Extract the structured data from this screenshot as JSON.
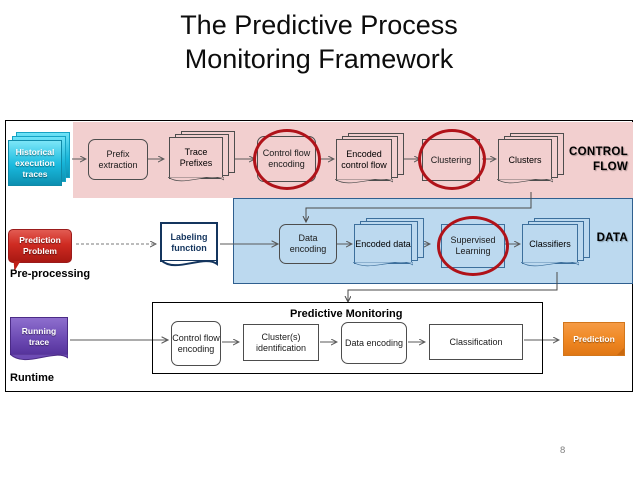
{
  "slide": {
    "title_line1": "The Predictive Process",
    "title_line2": "Monitoring Framework",
    "page_number": "8"
  },
  "lanes": {
    "control_flow_label": "CONTROL",
    "control_flow_label2": "FLOW",
    "data_label": "DATA",
    "preprocessing_label": "Pre-processing",
    "runtime_label": "Runtime",
    "predictive_monitoring_label": "Predictive Monitoring"
  },
  "control_flow_row": {
    "historical_traces": "Historical execution traces",
    "prefix_extraction": "Prefix extraction",
    "trace_prefixes": "Trace Prefixes",
    "control_flow_encoding": "Control flow encoding",
    "encoded_control_flow": "Encoded control flow",
    "clustering": "Clustering",
    "clusters": "Clusters"
  },
  "data_row": {
    "prediction_problem": "Prediction Problem",
    "labeling_function": "Labeling function",
    "data_encoding": "Data encoding",
    "encoded_data": "Encoded data",
    "supervised_learning": "Supervised Learning",
    "classifiers": "Classifiers"
  },
  "runtime_row": {
    "running_trace": "Running trace",
    "control_flow_encoding": "Control flow encoding",
    "cluster_identification": "Cluster(s) identification",
    "data_encoding": "Data encoding",
    "classification": "Classification",
    "prediction": "Prediction"
  },
  "highlights": [
    "control-flow-encoding",
    "clustering",
    "supervised-learning"
  ],
  "colors": {
    "control_flow_band": "#f2cfcf",
    "data_band": "#bcd9ef",
    "data_band_border": "#2f5f8f",
    "highlight_ring": "#b01219",
    "historical_traces": "#19bade",
    "prediction_problem": "#cf2b22",
    "labeling_function_border": "#14355e",
    "running_trace": "#6d4bb4",
    "prediction": "#ef8722",
    "page_number": "#7f7f7f"
  }
}
